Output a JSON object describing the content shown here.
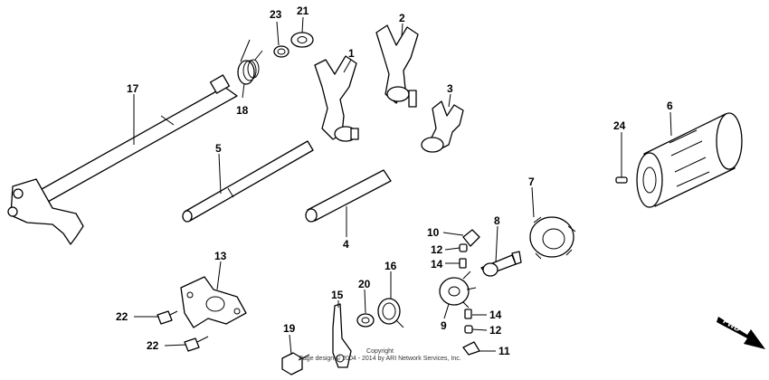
{
  "callouts": [
    {
      "id": "1",
      "text": "1"
    },
    {
      "id": "2",
      "text": "2"
    },
    {
      "id": "3",
      "text": "3"
    },
    {
      "id": "4",
      "text": "4"
    },
    {
      "id": "5",
      "text": "5"
    },
    {
      "id": "6",
      "text": "6"
    },
    {
      "id": "7",
      "text": "7"
    },
    {
      "id": "8",
      "text": "8"
    },
    {
      "id": "9",
      "text": "9"
    },
    {
      "id": "10",
      "text": "10"
    },
    {
      "id": "11",
      "text": "11"
    },
    {
      "id": "12a",
      "text": "12"
    },
    {
      "id": "12b",
      "text": "12"
    },
    {
      "id": "13",
      "text": "13"
    },
    {
      "id": "14a",
      "text": "14"
    },
    {
      "id": "14b",
      "text": "14"
    },
    {
      "id": "15",
      "text": "15"
    },
    {
      "id": "16",
      "text": "16"
    },
    {
      "id": "17",
      "text": "17"
    },
    {
      "id": "18",
      "text": "18"
    },
    {
      "id": "19",
      "text": "19"
    },
    {
      "id": "20",
      "text": "20"
    },
    {
      "id": "21",
      "text": "21"
    },
    {
      "id": "22a",
      "text": "22"
    },
    {
      "id": "22b",
      "text": "22"
    },
    {
      "id": "23",
      "text": "23"
    },
    {
      "id": "24",
      "text": "24"
    }
  ],
  "fwd_label": "FWD",
  "copyright": {
    "line1": "Copyright",
    "line2": "Page design © 2004 - 2014 by ARI Network Services, Inc."
  }
}
